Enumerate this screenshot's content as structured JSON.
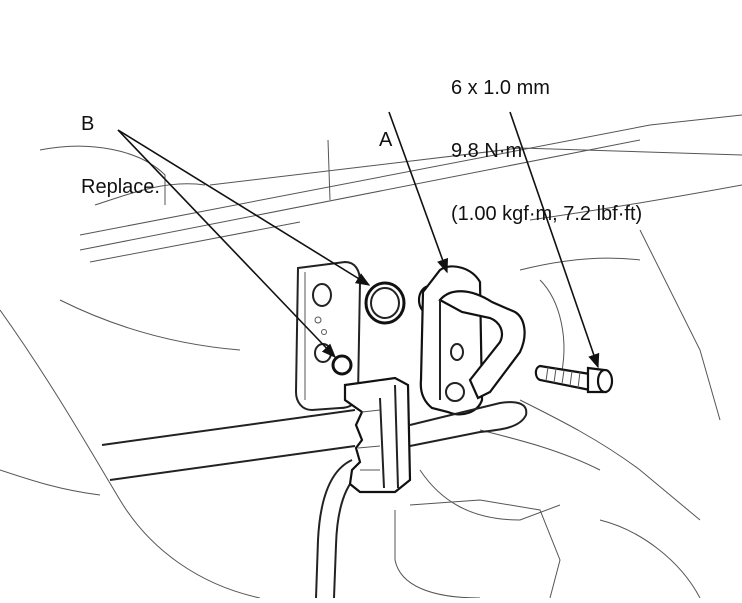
{
  "callouts": {
    "spec": {
      "line1": "6 x 1.0 mm",
      "line2": "9.8 N·m",
      "line3": "(1.00 kgf·m, 7.2 lbf·ft)"
    },
    "b": {
      "letter": "B",
      "note": "Replace."
    },
    "a": {
      "letter": "A"
    }
  }
}
